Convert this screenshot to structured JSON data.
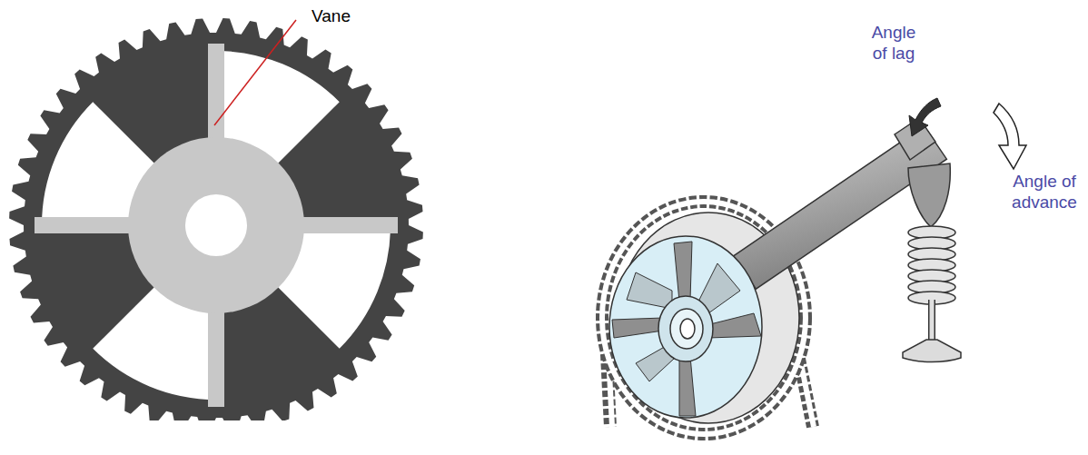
{
  "diagram": {
    "labels": [
      "Vane",
      "Angle of lag",
      "Angle of advance"
    ]
  }
}
